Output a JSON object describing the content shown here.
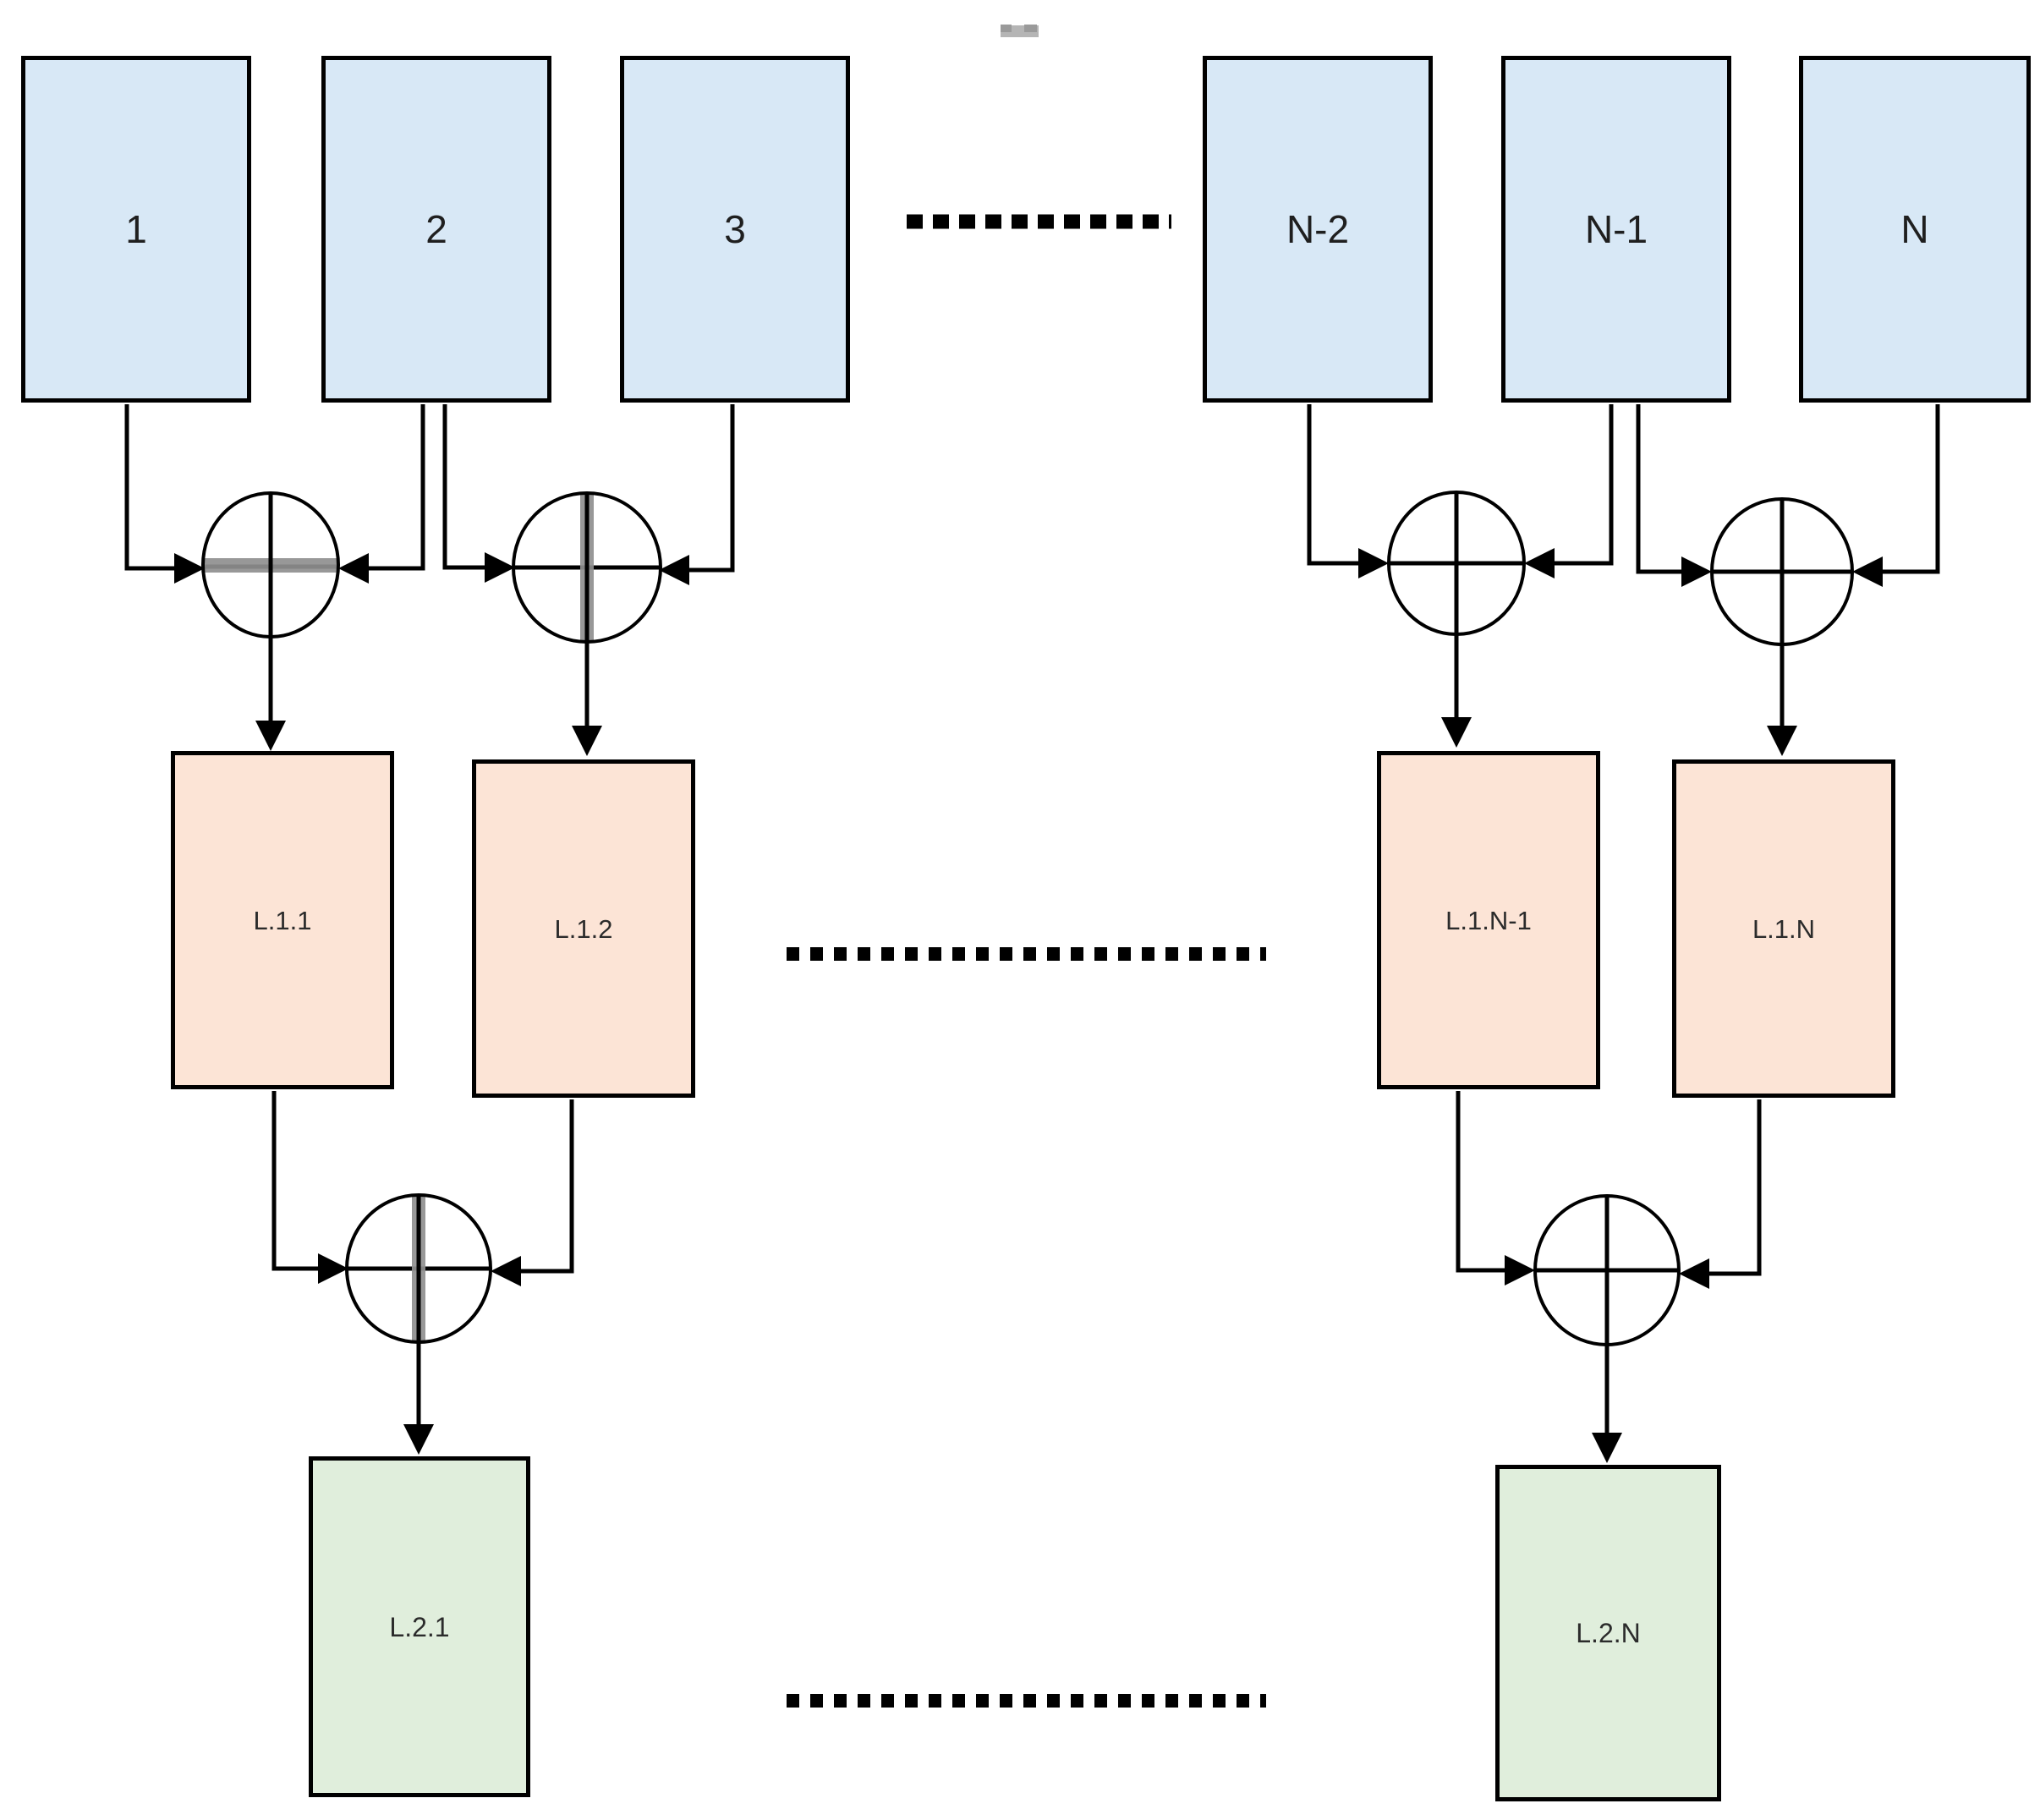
{
  "colors": {
    "input-fill": "#d8e8f6",
    "level1-fill": "#fce4d6",
    "level2-fill": "#e0eedc",
    "line": "#000000",
    "gray-bar": "#8f8f8f",
    "artifact": "#b5b5b5"
  },
  "boxes": {
    "inputs": [
      {
        "label": "1"
      },
      {
        "label": "2"
      },
      {
        "label": "3"
      },
      {
        "label": "N-2"
      },
      {
        "label": "N-1"
      },
      {
        "label": "N"
      }
    ],
    "level1": [
      {
        "label": "L.1.1"
      },
      {
        "label": "L.1.2"
      },
      {
        "label": "L.1.N-1"
      },
      {
        "label": "L.1.N"
      }
    ],
    "level2": [
      {
        "label": "L.2.1"
      },
      {
        "label": "L.2.N"
      }
    ]
  }
}
